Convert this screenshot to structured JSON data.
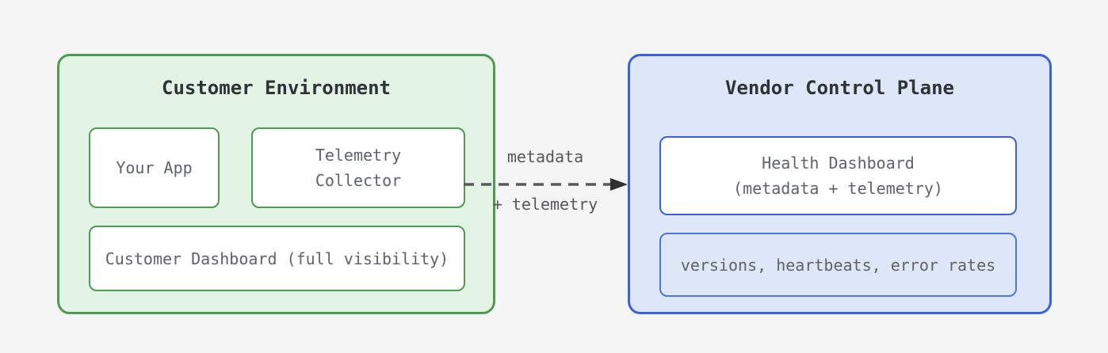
{
  "diagram": {
    "customer_environment": {
      "title": "Customer Environment",
      "nodes": {
        "your_app": "Your App",
        "telemetry_collector": "Telemetry\nCollector",
        "customer_dashboard": "Customer Dashboard (full visibility)"
      }
    },
    "vendor_control_plane": {
      "title": "Vendor Control Plane",
      "nodes": {
        "health_dashboard": "Health Dashboard\n(metadata + telemetry)",
        "metrics": "versions, heartbeats, error rates"
      }
    },
    "flow": {
      "label_top": "metadata",
      "label_bottom": "+ telemetry"
    },
    "colors": {
      "background": "#f5f5f5",
      "customer_fill": "#e3f3e4",
      "customer_border": "#4c9b54",
      "vendor_fill": "#dde7f8",
      "vendor_border": "#3a63da",
      "vendor_soft_border": "#4f76e0",
      "node_text": "#5f6368",
      "title_text": "#2d3336",
      "arrow_dash": "#58595b",
      "arrow_head": "#2f2f2f"
    }
  }
}
